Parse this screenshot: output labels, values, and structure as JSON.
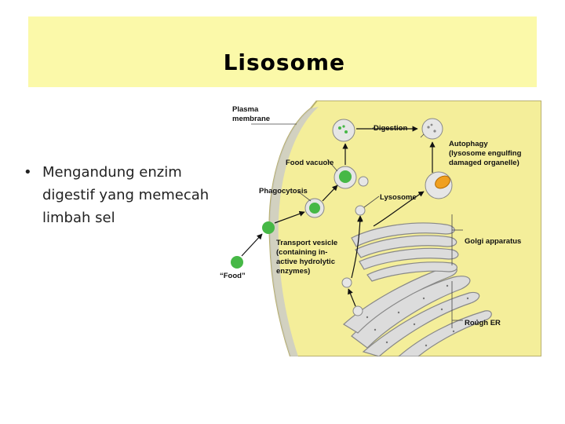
{
  "slide": {
    "title": "Lisosome",
    "bullets": [
      "Mengandung enzim digestif yang memecah limbah sel"
    ],
    "colors": {
      "title_band": "#fbf9a9",
      "cell_fill": "#f4ee9a",
      "organelle_gray": "#d9d9d9"
    }
  },
  "figure": {
    "labels": {
      "plasma_membrane_1": "Plasma",
      "plasma_membrane_2": "membrane",
      "digestion": "Digestion",
      "autophagy_1": "Autophagy",
      "autophagy_2": "(lysosome engulfing",
      "autophagy_3": "damaged organelle)",
      "food_vacuole": "Food vacuole",
      "phagocytosis": "Phagocytosis",
      "lysosome": "Lysosome",
      "golgi": "Golgi apparatus",
      "transport_1": "Transport vesicle",
      "transport_2": "(containing in-",
      "transport_3": "active hydrolytic",
      "transport_4": "enzymes)",
      "food": "“Food”",
      "rough_er": "Rough ER"
    }
  }
}
